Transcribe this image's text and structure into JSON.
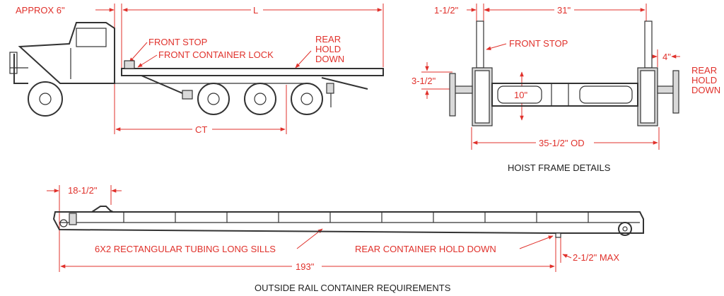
{
  "colors": {
    "dimension": "#e0312b",
    "line": "#333333",
    "caption": "#222222"
  },
  "truck_view": {
    "approx_label": "APPROX 6\"",
    "length_label": "L",
    "front_stop": "FRONT STOP",
    "front_container_lock": "FRONT CONTAINER LOCK",
    "rear_hold_down": [
      "REAR",
      "HOLD",
      "DOWN"
    ],
    "ct_label": "CT"
  },
  "hoist_frame": {
    "dim_left_top": "1-1/2\"",
    "dim_width": "31\"",
    "front_stop": "FRONT STOP",
    "dim_right": "4\"",
    "rear_hold_down": [
      "REAR",
      "HOLD",
      "DOWN"
    ],
    "dim_height": "3-1/2\"",
    "dim_inner": "10\"",
    "dim_od": "35-1/2\" OD",
    "caption": "HOIST FRAME DETAILS"
  },
  "rail_view": {
    "dim_front": "18-1/2\"",
    "sills_label": "6X2 RECTANGULAR TUBING LONG SILLS",
    "hold_down_label": "REAR CONTAINER HOLD DOWN",
    "max_label": "2-1/2\" MAX",
    "overall_label": "193\"",
    "caption": "OUTSIDE RAIL CONTAINER REQUIREMENTS"
  }
}
